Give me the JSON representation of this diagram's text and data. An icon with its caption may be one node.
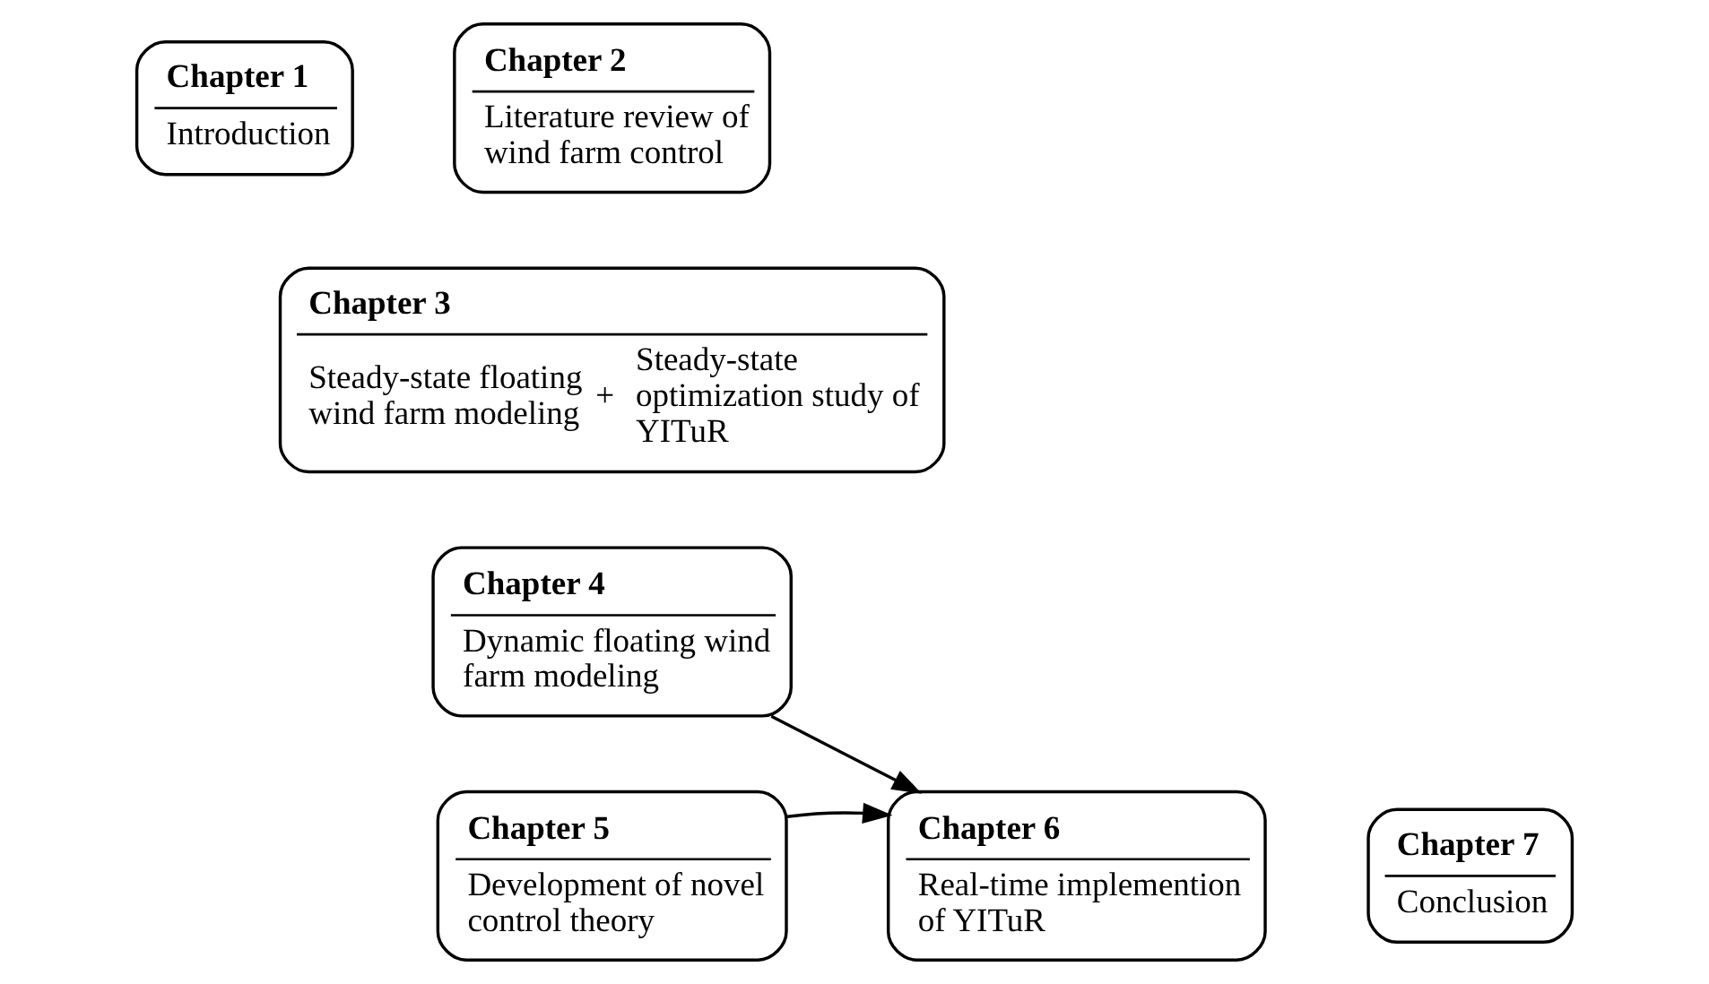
{
  "diagram": {
    "nodes": [
      {
        "text": [
          "Chapter 1",
          "Introduction"
        ]
      },
      {
        "text": [
          "Chapter 2",
          "Literature review of wind farm control"
        ]
      },
      {
        "text": [
          "Chapter 3",
          "Steady-state floating wind farm modeling",
          "+",
          "Steady-state optimization study of YITuR"
        ]
      },
      {
        "text": [
          "Chapter 4",
          "Dynamic floating wind farm modeling"
        ]
      },
      {
        "text": [
          "Chapter 5",
          "Development of novel control theory"
        ]
      },
      {
        "text": [
          "Chapter 6",
          "Real-time implemention of YITuR"
        ]
      },
      {
        "text": [
          "Chapter 7",
          "Conclusion"
        ]
      }
    ],
    "edges": [
      {
        "from": 3,
        "to": 5,
        "arrow": "to"
      },
      {
        "from": 4,
        "to": 5,
        "arrow": "to"
      }
    ]
  }
}
